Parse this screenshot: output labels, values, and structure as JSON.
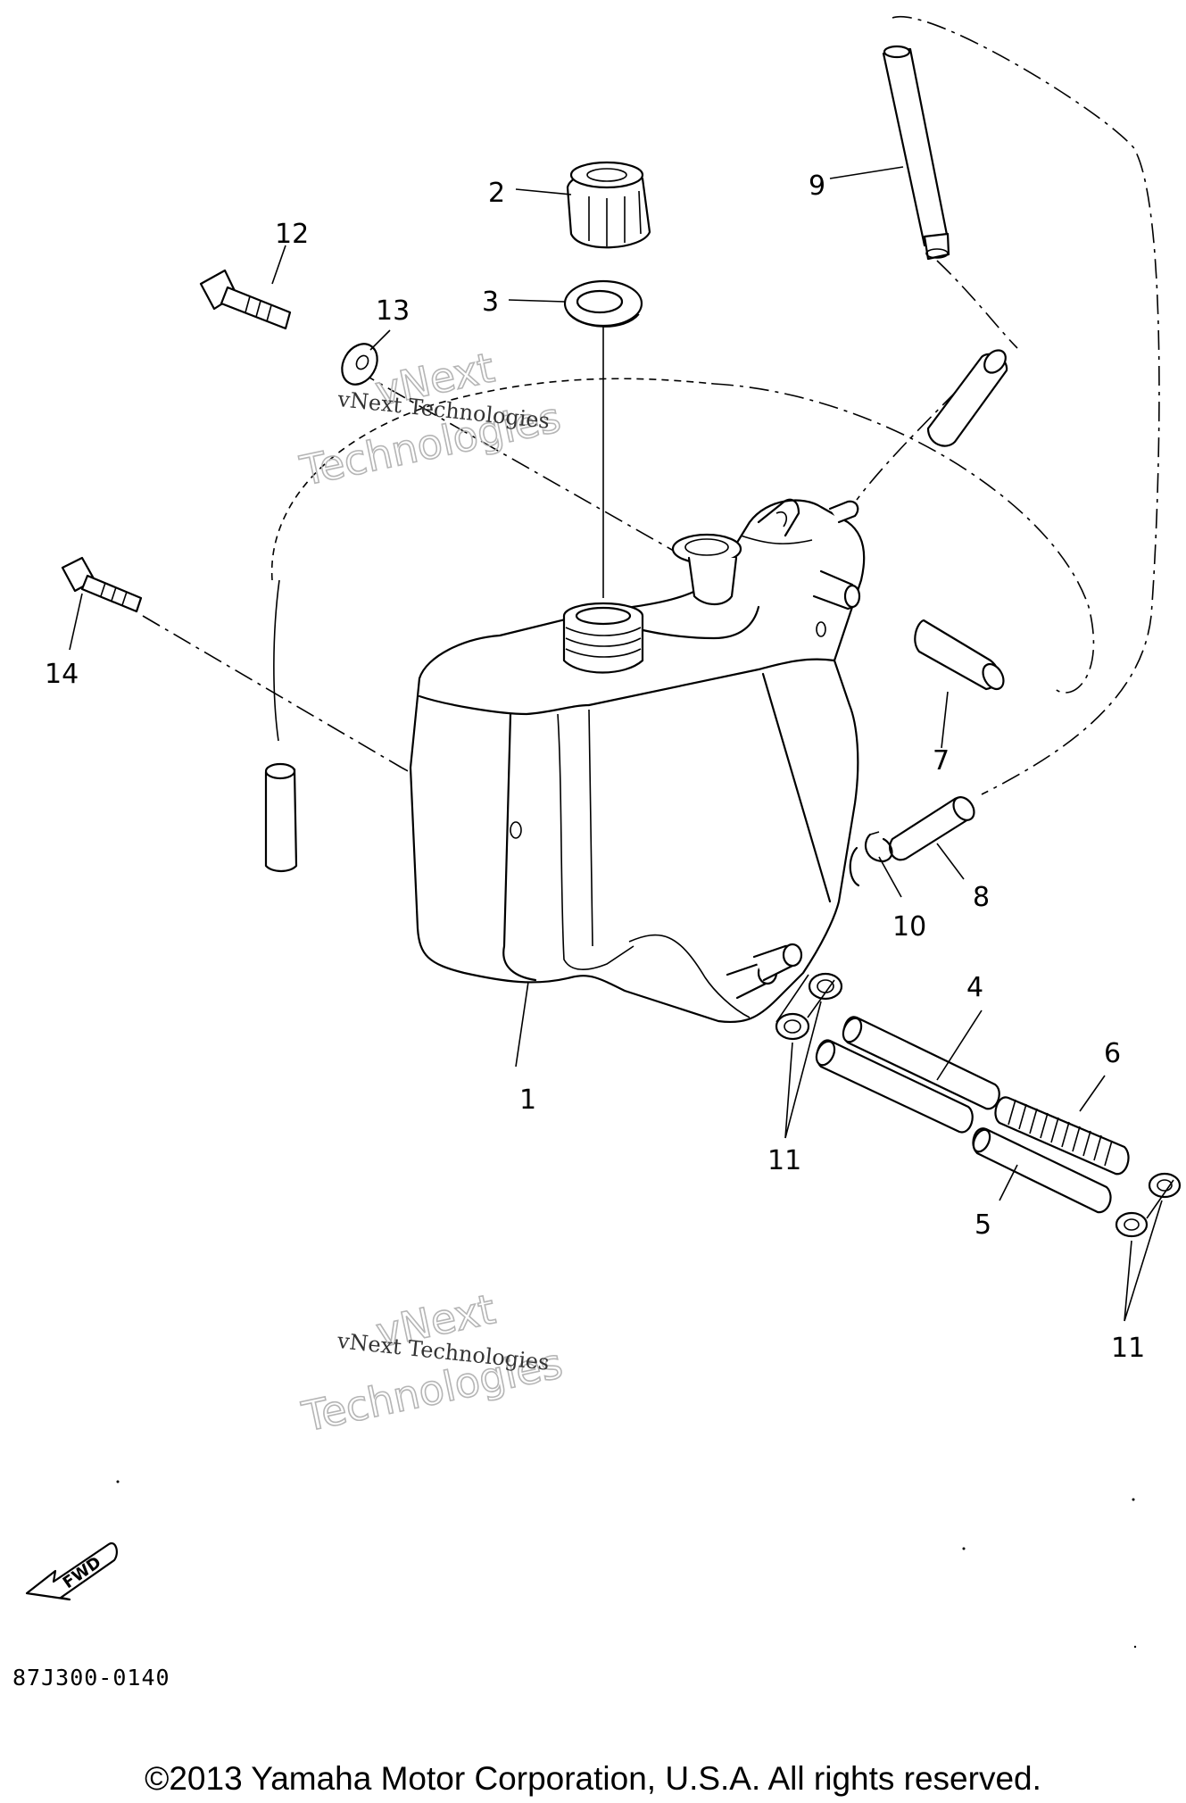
{
  "diagram": {
    "callouts": [
      "1",
      "2",
      "3",
      "4",
      "5",
      "6",
      "7",
      "8",
      "9",
      "10",
      "11",
      "11",
      "12",
      "13",
      "14"
    ],
    "watermark_small": [
      "vNext Technologies",
      "vNext Technologies"
    ],
    "watermark_large_line1": [
      "vNext",
      "vNext"
    ],
    "watermark_large_line2": [
      "Technologies",
      "Technologies"
    ],
    "fwd_label": "FWD"
  },
  "footer": {
    "code": "87J300-0140",
    "copyright": "©2013 Yamaha Motor Corporation, U.S.A. All rights reserved."
  }
}
